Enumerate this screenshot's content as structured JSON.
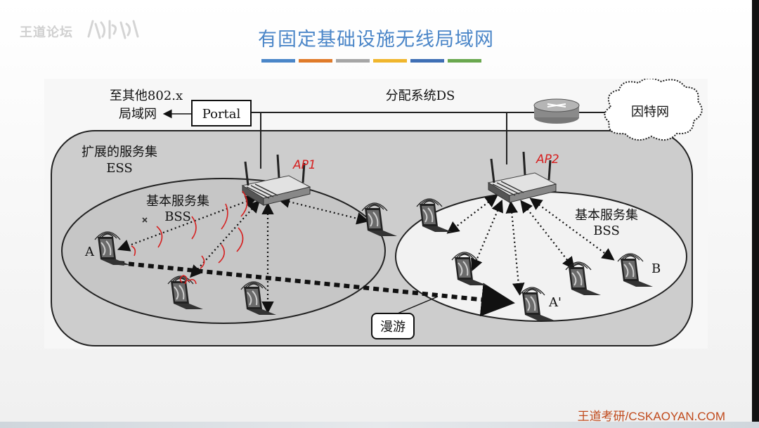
{
  "header": {
    "logo_text": "王道论坛",
    "title": "有固定基础设施无线局域网"
  },
  "accent_stripes": [
    "#4a86c8",
    "#e07b2a",
    "#a6a6a6",
    "#f0b62d",
    "#3f6fb5",
    "#6aa84f"
  ],
  "diagram": {
    "lan_label_line1": "至其他802.x",
    "lan_label_line2": "局域网",
    "portal_label": "Portal",
    "ds_label": "分配系统DS",
    "internet_label": "因特网",
    "ess_label_line1": "扩展的服务集",
    "ess_label_line2": "ESS",
    "bss_left_line1": "基本服务集",
    "bss_left_line2": "BSS",
    "bss_right_line1": "基本服务集",
    "bss_right_line2": "BSS",
    "ap1_annotation": "AP1",
    "ap2_annotation": "AP2",
    "station_a": "A",
    "station_b": "B",
    "station_a_prime": "A'",
    "roaming_label": "漫游"
  },
  "footer": {
    "brand": "王道考研/CSKAOYAN.COM"
  }
}
